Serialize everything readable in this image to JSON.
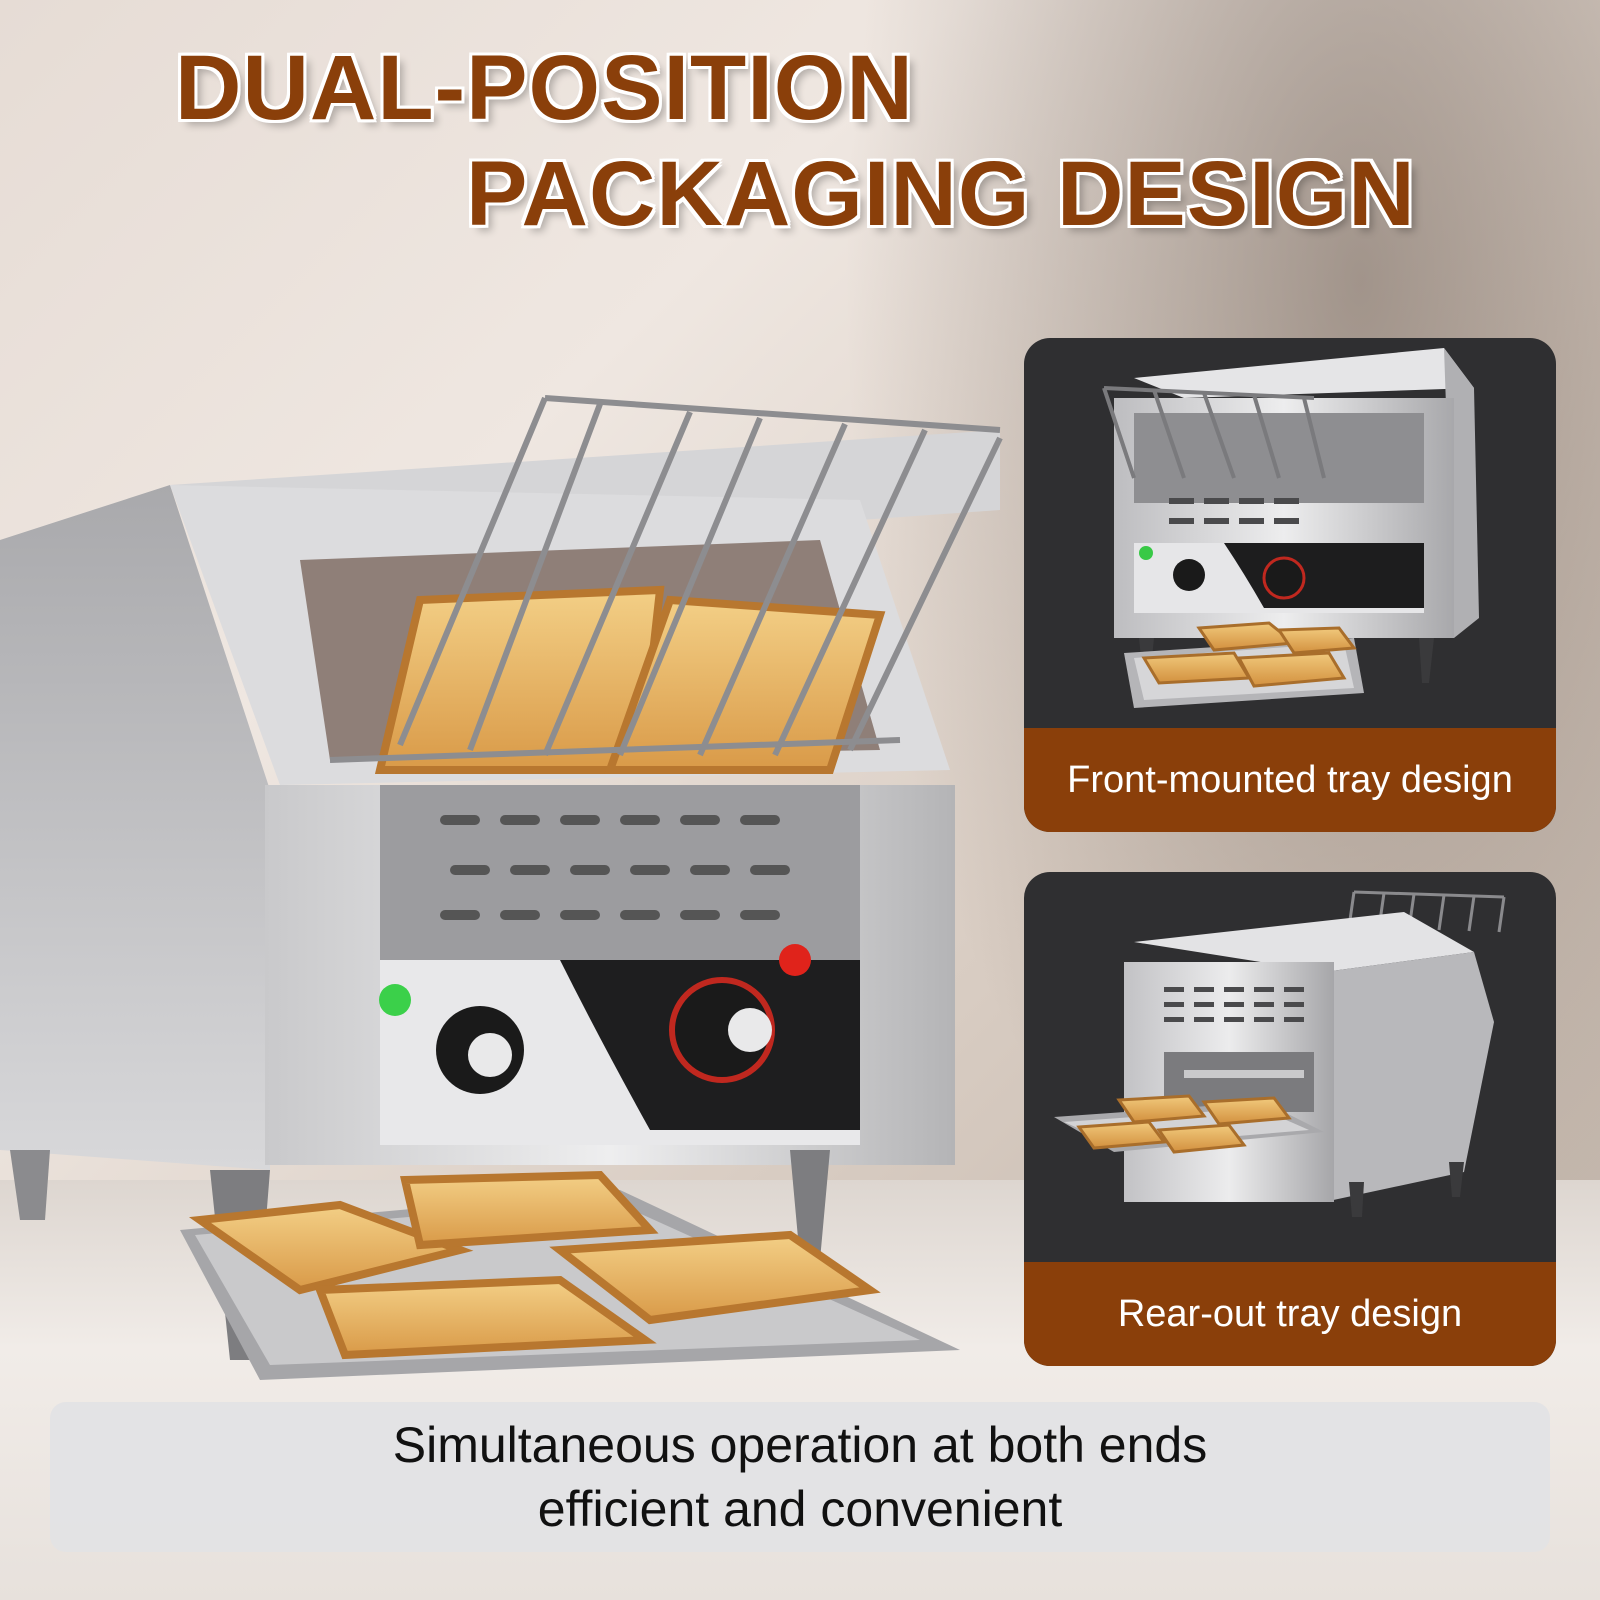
{
  "headline": {
    "line1": "DUAL-POSITION",
    "line2": "PACKAGING DESIGN"
  },
  "panels": [
    {
      "caption": "Front-mounted tray design",
      "icon": "toaster-front-tray-image"
    },
    {
      "caption": "Rear-out tray design",
      "icon": "toaster-rear-tray-image"
    }
  ],
  "bottom_banner": {
    "line1": "Simultaneous operation at both ends",
    "line2": "efficient and convenient"
  },
  "colors": {
    "accent_brown": "#8a3f0a",
    "panel_dark": "#2f2f31",
    "banner_gray": "#e2e2e4"
  }
}
